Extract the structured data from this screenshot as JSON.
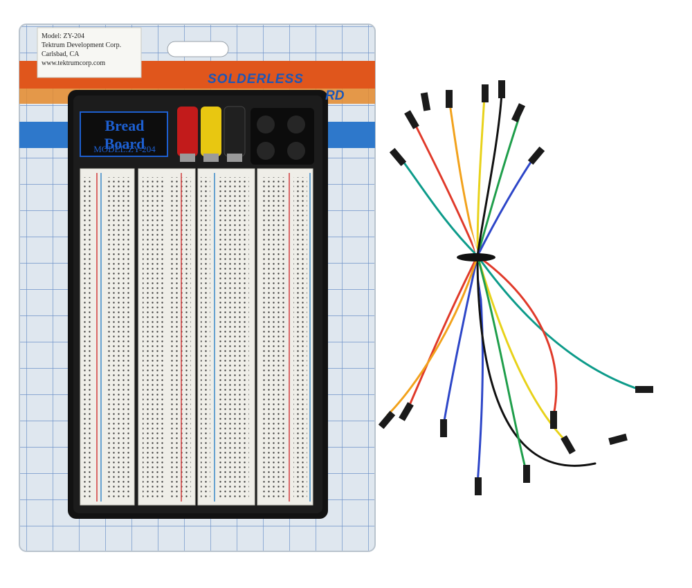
{
  "package": {
    "label_lines": [
      "Model: ZY-204",
      "Tektrum Development Corp.",
      "Carlsbad, CA",
      "www.tektrumcorp.com"
    ],
    "banner_line1": "SOLDERLESS",
    "banner_line2": "RD",
    "breadboard_title": "Bread Board",
    "breadboard_model": "MODEL:ZY-204",
    "colors": {
      "card_grid_bg": "#dde6ef",
      "grid_line": "#6b8fc6",
      "orange_band": "#e2571d",
      "blue_band": "#2f76c8",
      "frame": "#111111",
      "board": "#eeede6"
    }
  },
  "binding_posts": [
    "red",
    "yellow",
    "black"
  ],
  "jumper_wire_colors": [
    "#e03a2a",
    "#f2a21c",
    "#e8d21a",
    "#1f9e4b",
    "#2d46c8",
    "#ffffff",
    "#111111",
    "#0d9b8a"
  ]
}
